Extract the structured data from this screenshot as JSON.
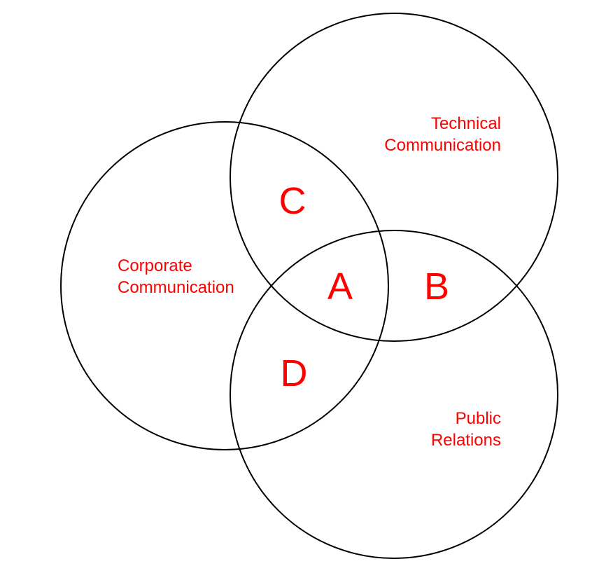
{
  "colors": {
    "label": "#ff0000",
    "outline": "#000000",
    "background": "#ffffff"
  },
  "sets": {
    "technical": {
      "line1": "Technical",
      "line2": "Communication"
    },
    "corporate": {
      "line1": "Corporate",
      "line2": "Communication"
    },
    "public_relations": {
      "line1": "Public",
      "line2": "Relations"
    }
  },
  "regions": {
    "a": "A",
    "b": "B",
    "c": "C",
    "d": "D"
  }
}
